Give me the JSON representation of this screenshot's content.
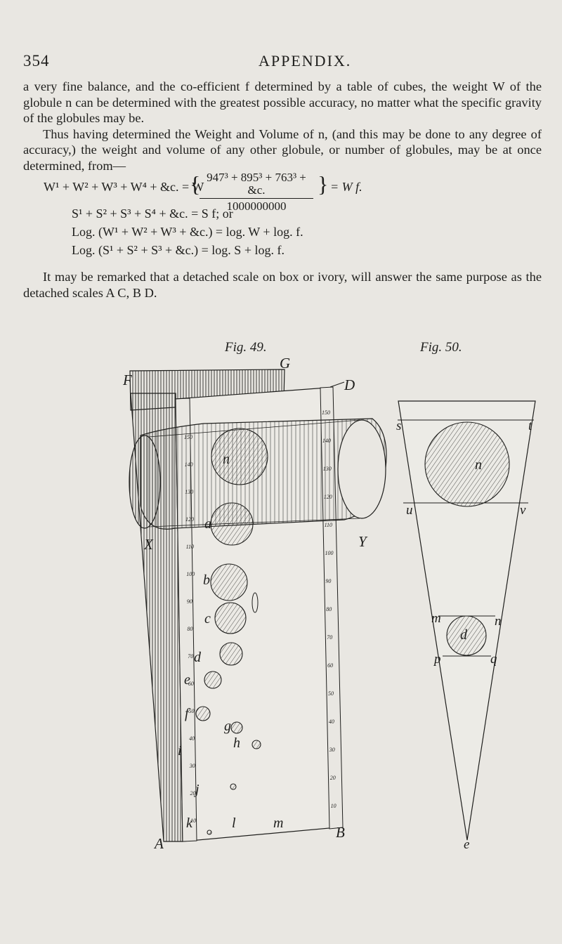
{
  "header": {
    "page_number": "354",
    "running_head": "APPENDIX."
  },
  "paragraphs": [
    "a very fine balance, and the co-efficient f determined by a table of cubes, the weight W of the globule n can be determined with the greatest possible accuracy, no matter what the specific gravity of the globules may be.",
    "Thus having determined the Weight and Volume of n, (and this may be done to any degree of accuracy,) the weight and volume of any other globule, or number of globules, may be at once determined, from—"
  ],
  "equations": {
    "weights_lhs": "W¹ + W² + W³ + W⁴ + &c. = W",
    "fraction_numerator": "947³ + 895³ + 763³ + &c.",
    "fraction_denominator": "1000000000",
    "weights_rhs": "= W f.",
    "volumes": "S¹ + S² + S³ + S⁴ + &c. = S f; or",
    "log_weights": "Log. (W¹ + W² + W³ + &c.) = log. W + log. f.",
    "log_volumes": "Log. (S¹ + S² + S³ + &c.) = log. S + log. f."
  },
  "remark": "It may be remarked that a detached scale on box or ivory, will answer the same purpose as the detached scales A C, B D.",
  "figures": {
    "fig49": {
      "caption": "Fig. 49.",
      "point_labels": {
        "F": "F",
        "G": "G",
        "D": "D",
        "X": "X",
        "Y": "Y",
        "A": "A",
        "B": "B"
      },
      "globule_labels": [
        "n",
        "a",
        "b",
        "c",
        "d",
        "e",
        "f",
        "g",
        "h",
        "i",
        "j",
        "k",
        "l",
        "m"
      ],
      "left_scale_ticks": [
        "150",
        "140",
        "130",
        "120",
        "110",
        "100",
        "90",
        "80",
        "70",
        "60",
        "50",
        "40",
        "30",
        "20",
        "10"
      ],
      "right_scale_ticks": [
        "150",
        "140",
        "130",
        "120",
        "110",
        "100",
        "90",
        "80",
        "70",
        "60",
        "50",
        "40",
        "30",
        "20",
        "10"
      ]
    },
    "fig50": {
      "caption": "Fig. 50.",
      "point_labels": [
        "s",
        "t",
        "u",
        "v",
        "m",
        "n",
        "p",
        "q",
        "e"
      ],
      "globule_labels": [
        "n",
        "d"
      ]
    }
  },
  "colors": {
    "paper": "#e9e7e2",
    "ink": "#1e1e1c",
    "shade": "#8a8985"
  }
}
